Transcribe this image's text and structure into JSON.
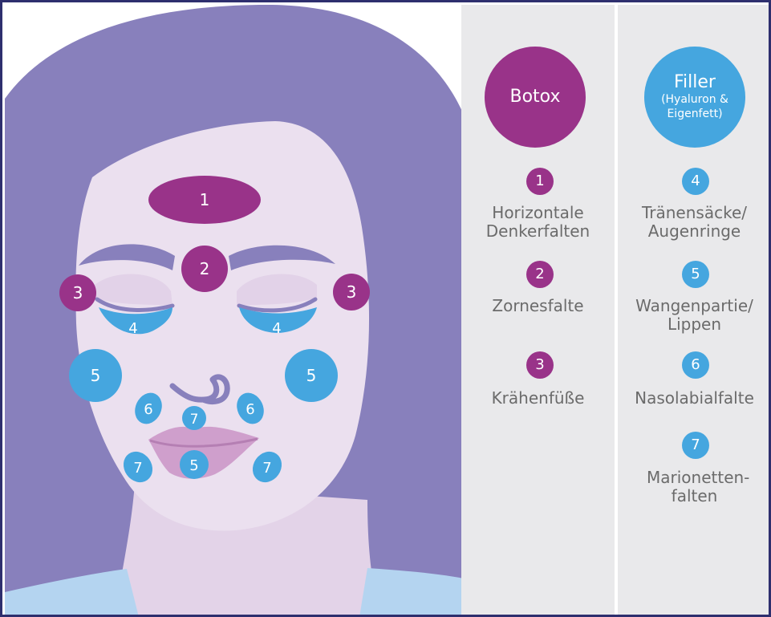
{
  "colors": {
    "botox": "#993389",
    "filler": "#45a6df",
    "hair": "#8880bc",
    "skin": "#ebe0ef",
    "panel": "#e9e9eb",
    "label": "#6b6b6b"
  },
  "botox": {
    "title": "Botox",
    "items": [
      {
        "num": "1",
        "label": "Horizontale Denkerfalten"
      },
      {
        "num": "2",
        "label": "Zornesfalte"
      },
      {
        "num": "3",
        "label": "Krähenfüße"
      }
    ]
  },
  "filler": {
    "title": "Filler",
    "subtitle": "(Hyaluron & Eigenfett)",
    "items": [
      {
        "num": "4",
        "label": "Tränensäcke/ Augenringe"
      },
      {
        "num": "5",
        "label": "Wangenpartie/ Lippen"
      },
      {
        "num": "6",
        "label": "Nasolabialfalte"
      },
      {
        "num": "7",
        "label": "Marionetten- falten"
      }
    ]
  },
  "face_markers": [
    {
      "id": "forehead",
      "num": "1",
      "group": "botox"
    },
    {
      "id": "glabella",
      "num": "2",
      "group": "botox"
    },
    {
      "id": "crow-left",
      "num": "3",
      "group": "botox"
    },
    {
      "id": "crow-right",
      "num": "3",
      "group": "botox"
    },
    {
      "id": "undereye-left",
      "num": "4",
      "group": "filler"
    },
    {
      "id": "undereye-right",
      "num": "4",
      "group": "filler"
    },
    {
      "id": "cheek-left",
      "num": "5",
      "group": "filler"
    },
    {
      "id": "cheek-right",
      "num": "5",
      "group": "filler"
    },
    {
      "id": "nasolabial-left",
      "num": "6",
      "group": "filler"
    },
    {
      "id": "nasolabial-right",
      "num": "6",
      "group": "filler"
    },
    {
      "id": "upper-lip",
      "num": "7",
      "group": "filler"
    },
    {
      "id": "lower-lip",
      "num": "5",
      "group": "filler"
    },
    {
      "id": "marionette-left",
      "num": "7",
      "group": "filler"
    },
    {
      "id": "marionette-right",
      "num": "7",
      "group": "filler"
    }
  ]
}
